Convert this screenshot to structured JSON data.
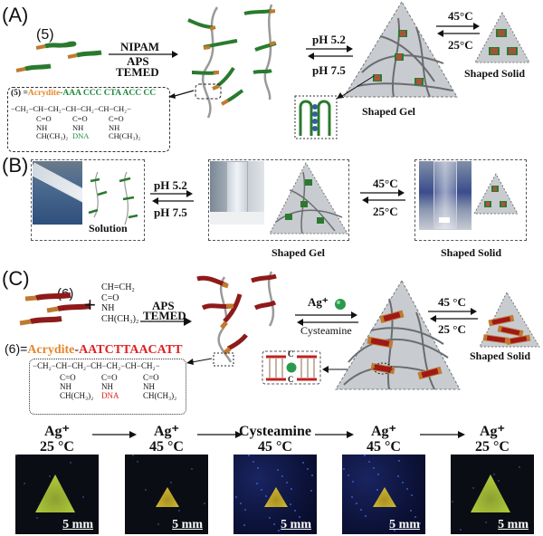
{
  "panel_a": {
    "label": "(A)",
    "monomer_label": "(5)",
    "reaction_top": "NIPAM",
    "reaction_bottom_1": "APS",
    "reaction_bottom_2": "TEMED",
    "ph_forward": "pH 5.2",
    "ph_reverse": "pH 7.5",
    "temp_forward": "45°C",
    "temp_reverse": "25°C",
    "shaped_gel": "Shaped Gel",
    "shaped_solid": "Shaped Solid",
    "sequence_prefix": "(5) =",
    "sequence_acrydite": "Acrydite",
    "sequence_dash": "-",
    "sequence_dna": "AAA CCC CTA ACC CC",
    "chem_backbone": "−CH₂−CH−CH₂−CH−CH₂−CH−CH₂−",
    "chem_co": "C=O",
    "chem_nh": "NH",
    "chem_sub": "CH(CH₃)₂",
    "chem_dna": "DNA"
  },
  "panel_b": {
    "label": "(B)",
    "solution": "Solution",
    "ph_forward": "pH 5.2",
    "ph_reverse": "pH 7.5",
    "shaped_gel": "Shaped Gel",
    "temp_forward": "45°C",
    "temp_reverse": "25°C",
    "shaped_solid": "Shaped Solid"
  },
  "panel_c": {
    "label": "(C)",
    "monomer_label": "(6)",
    "plus": "+",
    "nipam_line1": "CH=CH₂",
    "nipam_line2": "C=O",
    "nipam_line3": "NH",
    "nipam_line4": "CH(CH₃)₂",
    "reaction_1": "APS",
    "reaction_2": "TEMED",
    "sequence_prefix": "(6)=",
    "sequence_acrydite": "Acrydite",
    "sequence_dash": "-",
    "sequence_dna": "AATCTTAACATT",
    "ag_label": "Ag⁺",
    "cysteamine": "Cysteamine",
    "temp_forward": "45 °C",
    "temp_reverse": "25 °C",
    "shaped_solid": "Shaped Solid",
    "chem_backbone": "−CH₂−CH−CH₂−CH−CH₂−CH−CH₂−",
    "chem_co": "C=O",
    "chem_nh": "NH",
    "chem_sub": "CH(CH₃)₂",
    "chem_dna": "DNA",
    "pair_c_top": "C",
    "pair_c_bottom": "C"
  },
  "photo_sequence": [
    {
      "line1": "Ag⁺",
      "line2": "25 °C",
      "scale": "5 mm",
      "size": "large",
      "bg": "dark"
    },
    {
      "line1": "Ag⁺",
      "line2": "45 °C",
      "scale": "5 mm",
      "size": "small",
      "bg": "dark"
    },
    {
      "line1": "Cysteamine",
      "line2": "45 °C",
      "scale": "5 mm",
      "size": "small",
      "bg": "blue"
    },
    {
      "line1": "Ag⁺",
      "line2": "45 °C",
      "scale": "5 mm",
      "size": "small",
      "bg": "blue"
    },
    {
      "line1": "Ag⁺",
      "line2": "25 °C",
      "scale": "5 mm",
      "size": "large",
      "bg": "dark"
    }
  ],
  "colors": {
    "acrydite": "#e8862a",
    "dna_green": "#1e8a3c",
    "dna_red": "#e02020",
    "strand_green": "#2a7a2e",
    "strand_red": "#8e1a1a",
    "gel_gray": "#c8ccd0",
    "network_gray": "#6a6d70",
    "glow_yellow": "#b8c832"
  }
}
